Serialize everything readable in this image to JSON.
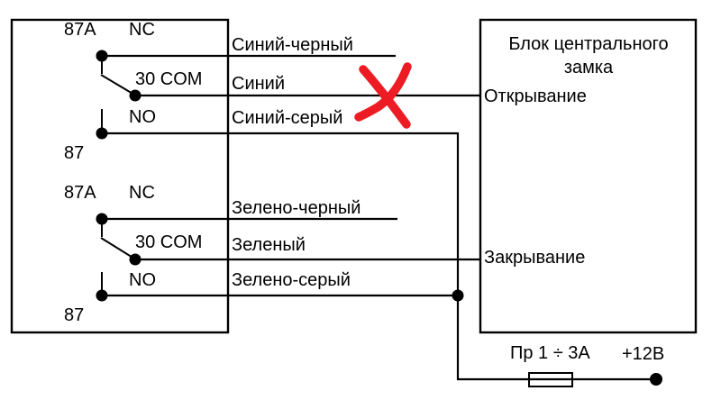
{
  "relay_top": {
    "pin_87a": "87A",
    "pin_nc": "NC",
    "pin_30com": "30 COM",
    "pin_no": "NO",
    "pin_87": "87",
    "wire_nc_label": "Синий-черный",
    "wire_com_label": "Синий",
    "wire_no_label": "Синий-серый"
  },
  "relay_bottom": {
    "pin_87a": "87A",
    "pin_nc": "NC",
    "pin_30com": "30 COM",
    "pin_no": "NO",
    "pin_87": "87",
    "wire_nc_label": "Зелено-черный",
    "wire_com_label": "Зеленый",
    "wire_no_label": "Зелено-серый"
  },
  "central_lock_block": {
    "title": "Блок центрального замка",
    "input_open": "Открывание",
    "input_close": "Закрывание"
  },
  "power": {
    "fuse_label": "Пр 1 ÷ 3А",
    "supply_label": "+12В"
  },
  "colors": {
    "line": "#000000",
    "cross": "#ed1c24",
    "background": "#ffffff"
  }
}
